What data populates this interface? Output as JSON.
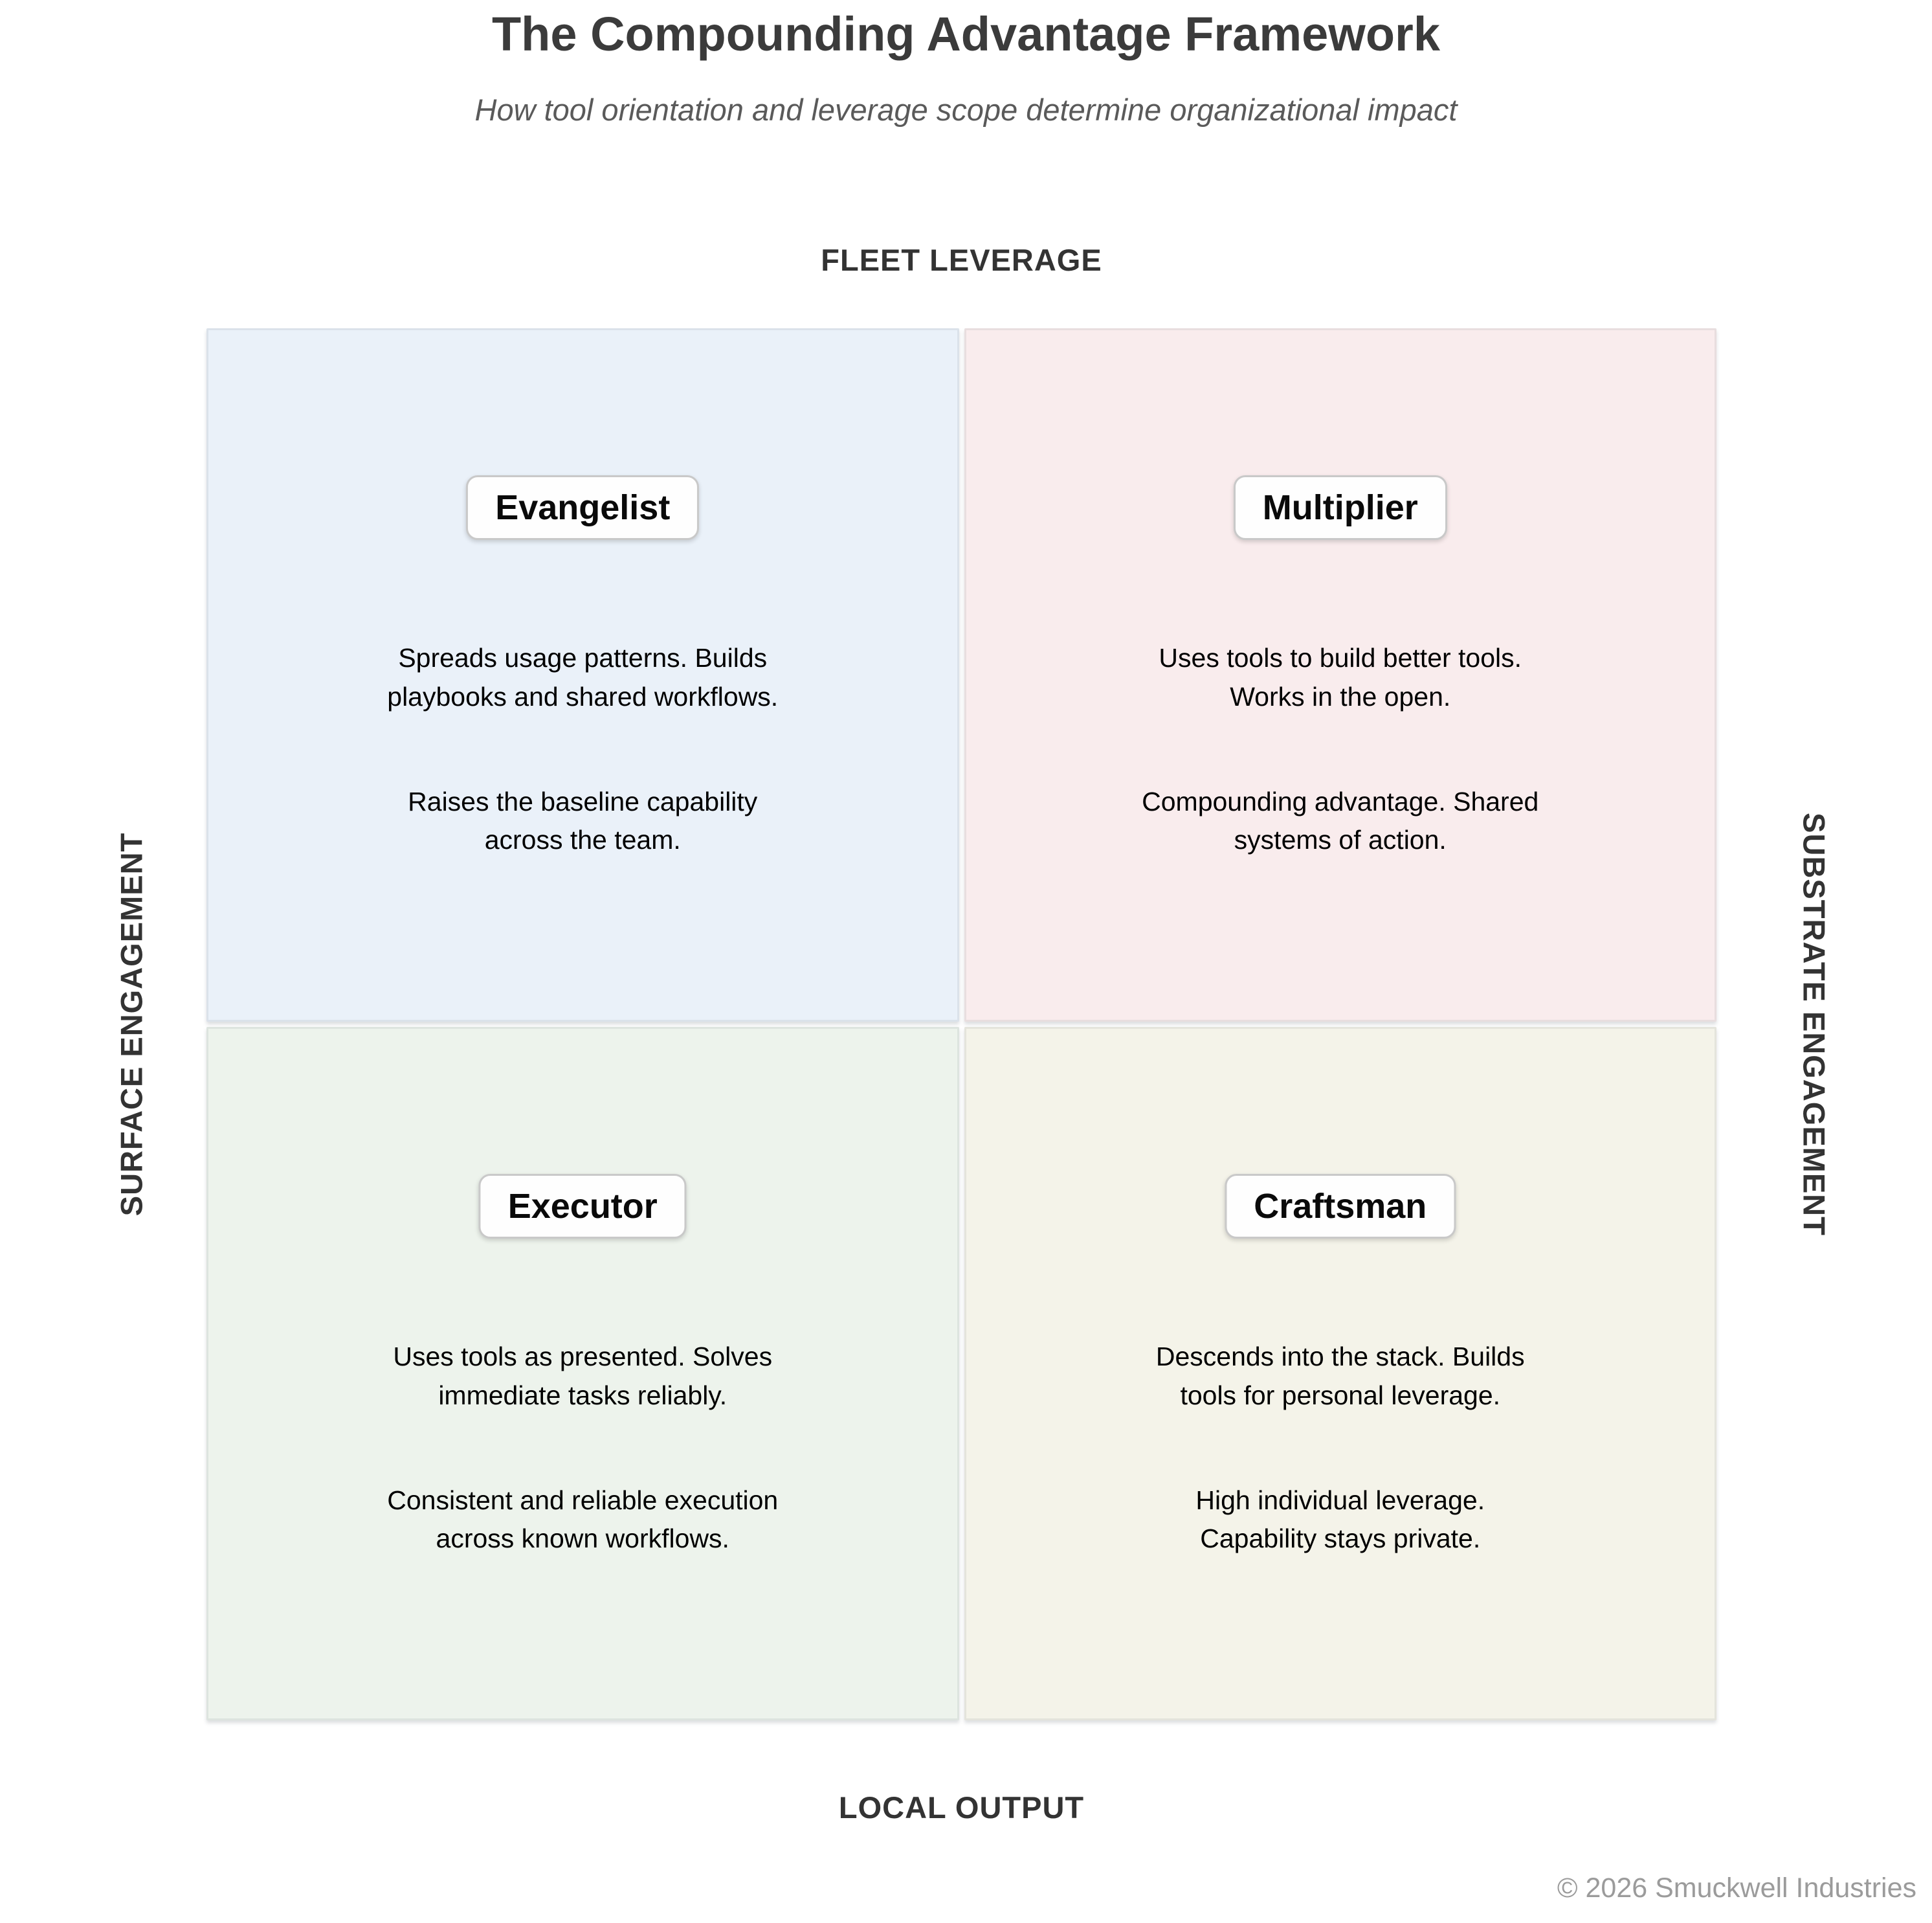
{
  "title": "The Compounding Advantage Framework",
  "subtitle": "How tool orientation and leverage scope determine organizational impact",
  "axes": {
    "top": "FLEET LEVERAGE",
    "bottom": "LOCAL OUTPUT",
    "left": "SURFACE ENGAGEMENT",
    "right": "SUBSTRATE ENGAGEMENT"
  },
  "quadrants": [
    {
      "label": "Evangelist",
      "position": "top-left",
      "bg": "#eaf1f9",
      "line1": "Spreads usage patterns. Builds\nplaybooks and shared workflows.",
      "line2": "Raises the baseline capability\nacross the team."
    },
    {
      "label": "Multiplier",
      "position": "top-right",
      "bg": "#f9eced",
      "line1": "Uses tools to build better tools.\nWorks in the open.",
      "line2": "Compounding advantage. Shared\nsystems of action."
    },
    {
      "label": "Executor",
      "position": "bottom-left",
      "bg": "#edf3ec",
      "line1": "Uses tools as presented. Solves\nimmediate tasks reliably.",
      "line2": "Consistent and reliable execution\nacross known workflows."
    },
    {
      "label": "Craftsman",
      "position": "bottom-right",
      "bg": "#f4f3e9",
      "line1": "Descends into the stack. Builds\ntools for personal leverage.",
      "line2": "High individual leverage.\nCapability stays private."
    }
  ],
  "footer": {
    "copyright": "© 2026 Smuckwell Industries"
  }
}
